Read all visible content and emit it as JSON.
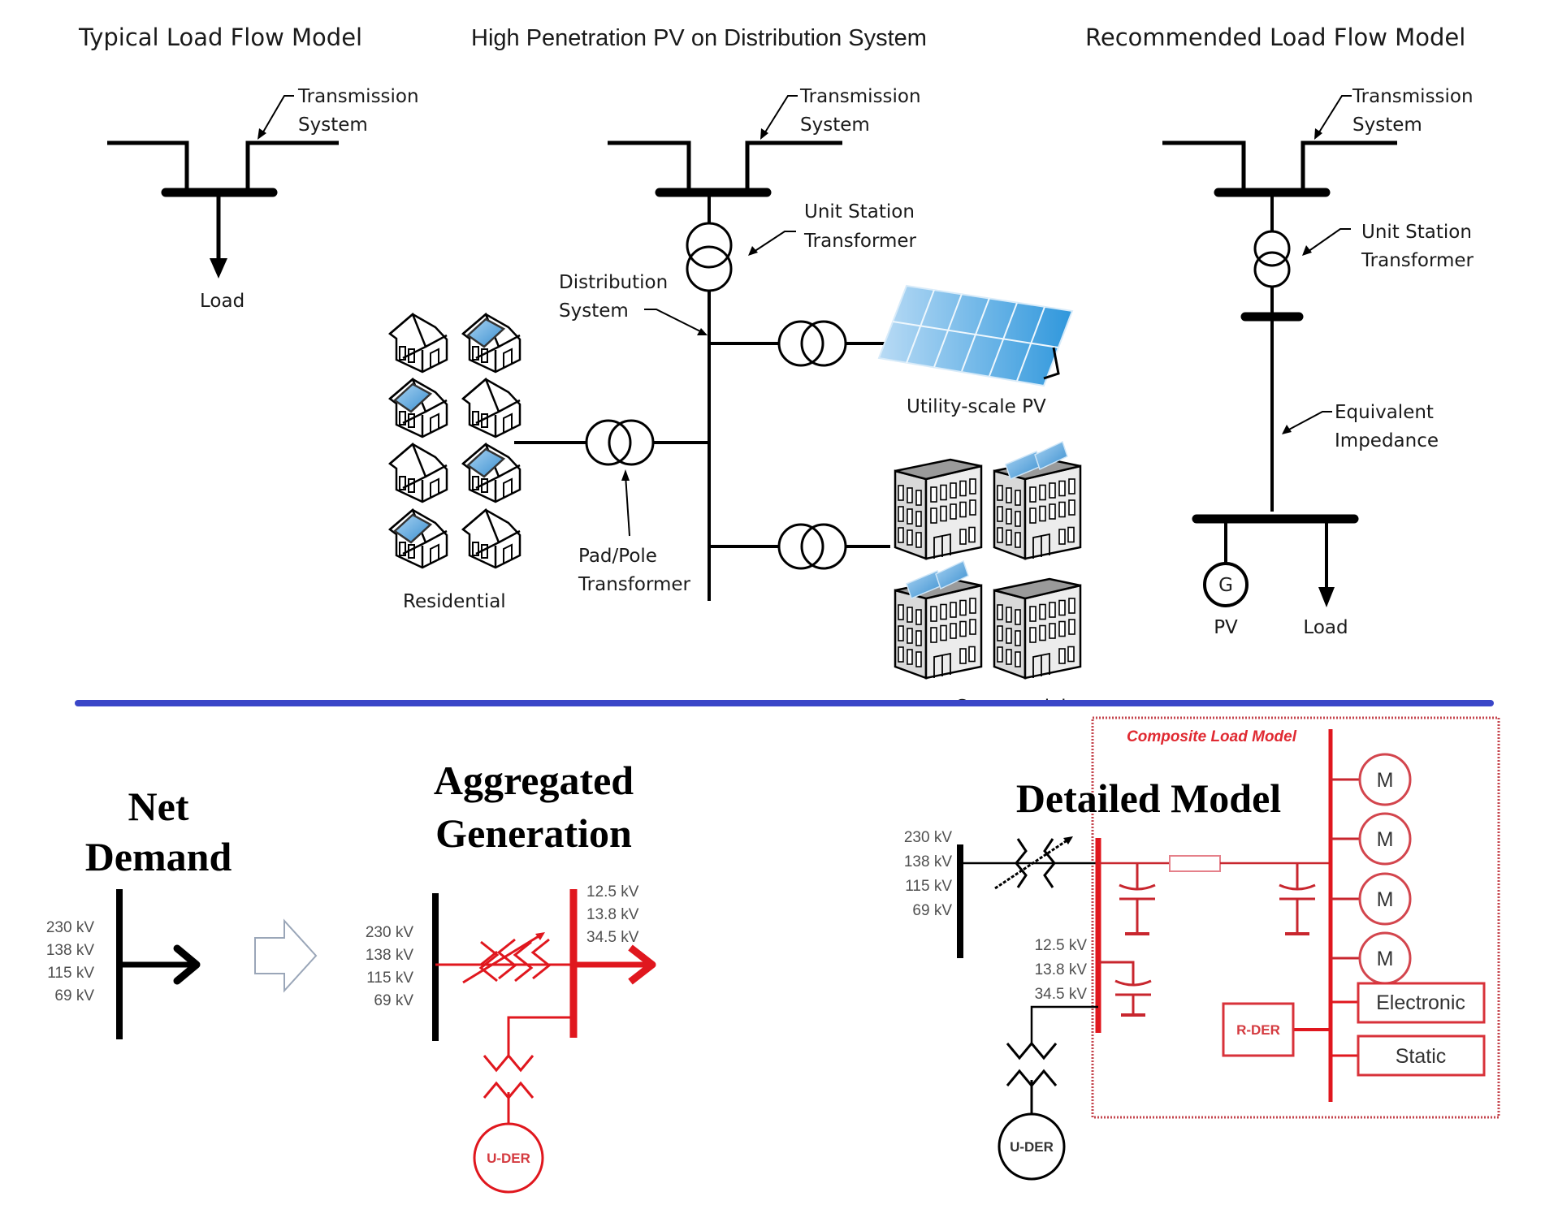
{
  "top_panels": {
    "typical": {
      "title": "Typical Load Flow Model",
      "transmission_label": [
        "Transmission",
        "System"
      ],
      "load_label": "Load"
    },
    "high_penetration": {
      "title": "High Penetration PV on Distribution System",
      "transmission_label": [
        "Transmission",
        "System"
      ],
      "unit_station_label": [
        "Unit Station",
        "Transformer"
      ],
      "distribution_label": [
        "Distribution",
        "System"
      ],
      "pad_pole_label": [
        "Pad/Pole",
        "Transformer"
      ],
      "utility_pv_label": "Utility-scale PV",
      "residential_label": "Residential",
      "commercial_label": "Commercial",
      "houses_with_solar": [
        false,
        true,
        true,
        false,
        false,
        true,
        true,
        false
      ],
      "buildings_with_solar": [
        false,
        true,
        true,
        false
      ]
    },
    "recommended": {
      "title": "Recommended Load Flow Model",
      "transmission_label": [
        "Transmission",
        "System"
      ],
      "unit_station_label": [
        "Unit Station",
        "Transformer"
      ],
      "equivalent_label": [
        "Equivalent",
        "Impedance"
      ],
      "generator_symbol": "G",
      "pv_label": "PV",
      "load_label": "Load"
    }
  },
  "bottom_panels": {
    "net_demand": {
      "title": [
        "Net",
        "Demand"
      ],
      "voltages": [
        "230 kV",
        "138 kV",
        "115 kV",
        "69 kV"
      ]
    },
    "aggregated": {
      "title": [
        "Aggregated",
        "Generation"
      ],
      "hv_voltages": [
        "230 kV",
        "138 kV",
        "115 kV",
        "69 kV"
      ],
      "lv_voltages": [
        "12.5 kV",
        "13.8 kV",
        "34.5 kV"
      ],
      "der_label": "U-DER"
    },
    "detailed": {
      "title": "Detailed Model",
      "hv_voltages": [
        "230 kV",
        "138 kV",
        "115 kV",
        "69 kV"
      ],
      "lv_voltages": [
        "12.5 kV",
        "13.8 kV",
        "34.5 kV"
      ],
      "composite_label": "Composite Load Model",
      "motors": [
        "M",
        "M",
        "M",
        "M"
      ],
      "electronic_label": "Electronic",
      "static_label": "Static",
      "rder_label": "R-DER",
      "uder_label": "U-DER"
    }
  },
  "colors": {
    "divider": "#3a46c8",
    "red": "#e0171e",
    "panel_blue": "#4aa3e0"
  }
}
